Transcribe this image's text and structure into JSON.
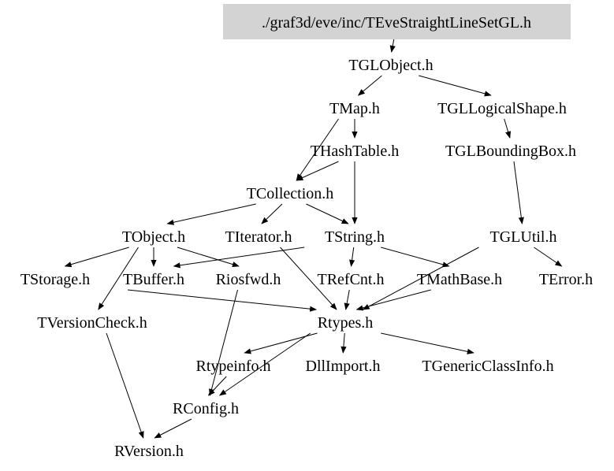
{
  "root": {
    "id": "root",
    "label": "./graf3d/eve/inc/TEveStraightLineSetGL.h",
    "fill": "#d3d3d3"
  },
  "nodes": [
    {
      "id": "TGLObject",
      "label": "TGLObject.h"
    },
    {
      "id": "TMap",
      "label": "TMap.h"
    },
    {
      "id": "TGLLogicalShape",
      "label": "TGLLogicalShape.h"
    },
    {
      "id": "THashTable",
      "label": "THashTable.h"
    },
    {
      "id": "TGLBoundingBox",
      "label": "TGLBoundingBox.h"
    },
    {
      "id": "TCollection",
      "label": "TCollection.h"
    },
    {
      "id": "TObject",
      "label": "TObject.h"
    },
    {
      "id": "TIterator",
      "label": "TIterator.h"
    },
    {
      "id": "TString",
      "label": "TString.h"
    },
    {
      "id": "TGLUtil",
      "label": "TGLUtil.h"
    },
    {
      "id": "TStorage",
      "label": "TStorage.h"
    },
    {
      "id": "TBuffer",
      "label": "TBuffer.h"
    },
    {
      "id": "Riosfwd",
      "label": "Riosfwd.h"
    },
    {
      "id": "TRefCnt",
      "label": "TRefCnt.h"
    },
    {
      "id": "TMathBase",
      "label": "TMathBase.h"
    },
    {
      "id": "TError",
      "label": "TError.h"
    },
    {
      "id": "TVersionCheck",
      "label": "TVersionCheck.h"
    },
    {
      "id": "Rtypes",
      "label": "Rtypes.h"
    },
    {
      "id": "Rtypeinfo",
      "label": "Rtypeinfo.h"
    },
    {
      "id": "DllImport",
      "label": "DllImport.h"
    },
    {
      "id": "TGenericClassInfo",
      "label": "TGenericClassInfo.h"
    },
    {
      "id": "RConfig",
      "label": "RConfig.h"
    },
    {
      "id": "RVersion",
      "label": "RVersion.h"
    }
  ],
  "edges": [
    [
      "root",
      "TGLObject"
    ],
    [
      "TGLObject",
      "TMap"
    ],
    [
      "TGLObject",
      "TGLLogicalShape"
    ],
    [
      "TMap",
      "THashTable"
    ],
    [
      "TMap",
      "TCollection"
    ],
    [
      "TGLLogicalShape",
      "TGLBoundingBox"
    ],
    [
      "THashTable",
      "TCollection"
    ],
    [
      "THashTable",
      "TString"
    ],
    [
      "TGLBoundingBox",
      "TGLUtil"
    ],
    [
      "TCollection",
      "TObject"
    ],
    [
      "TCollection",
      "TIterator"
    ],
    [
      "TCollection",
      "TString"
    ],
    [
      "TObject",
      "TStorage"
    ],
    [
      "TObject",
      "TBuffer"
    ],
    [
      "TObject",
      "Riosfwd"
    ],
    [
      "TObject",
      "TVersionCheck"
    ],
    [
      "TString",
      "TRefCnt"
    ],
    [
      "TString",
      "TMathBase"
    ],
    [
      "TString",
      "TBuffer"
    ],
    [
      "TGLUtil",
      "TError"
    ],
    [
      "TGLUtil",
      "Rtypes"
    ],
    [
      "TStorage",
      "Rtypes"
    ],
    [
      "TIterator",
      "Rtypes"
    ],
    [
      "TRefCnt",
      "Rtypes"
    ],
    [
      "TMathBase",
      "Rtypes"
    ],
    [
      "Riosfwd",
      "RConfig"
    ],
    [
      "TVersionCheck",
      "RVersion"
    ],
    [
      "Rtypes",
      "Rtypeinfo"
    ],
    [
      "Rtypes",
      "DllImport"
    ],
    [
      "Rtypes",
      "TGenericClassInfo"
    ],
    [
      "Rtypes",
      "RConfig"
    ],
    [
      "Rtypeinfo",
      "RConfig"
    ],
    [
      "RConfig",
      "RVersion"
    ]
  ]
}
